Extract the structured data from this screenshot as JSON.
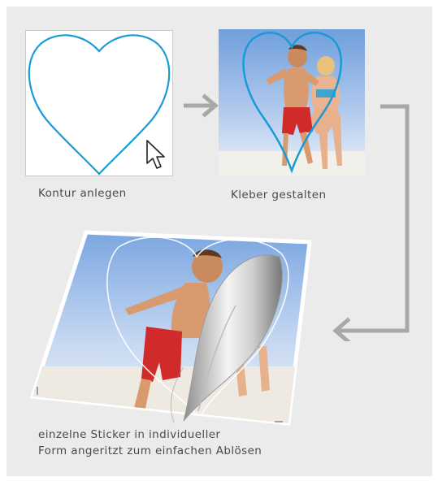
{
  "steps": [
    {
      "caption": "Kontur anlegen"
    },
    {
      "caption": "Kleber gestalten"
    }
  ],
  "result": {
    "caption_line1": "einzelne Sticker in individueller",
    "caption_line2": "Form angeritzt zum einfachen Ablösen"
  },
  "colors": {
    "panel_bg": "#ebebeb",
    "heart_outline": "#1a9ad6",
    "arrow": "#a8a8a8",
    "sky_top": "#6f9fdc",
    "sky_bottom": "#e9f1fb"
  },
  "icons": {
    "cursor": "mouse-pointer-icon",
    "arrow_right": "arrow-right-icon",
    "arrow_elbow": "elbow-arrow-icon"
  }
}
